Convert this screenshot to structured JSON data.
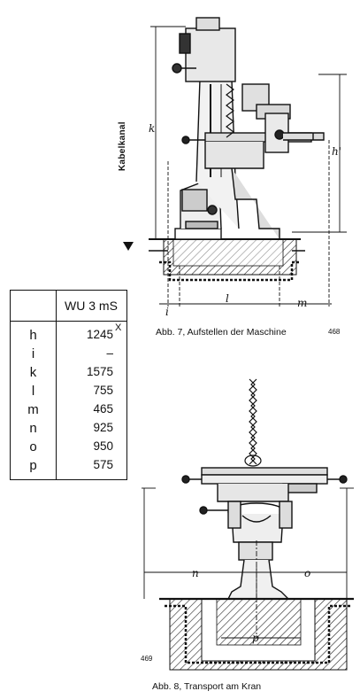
{
  "side_label": "Kabelkanal",
  "figure7": {
    "caption": "Abb. 7, Aufstellen der Maschine",
    "number": "468",
    "dims": {
      "k": "k",
      "h_prime": "h'",
      "i": "i",
      "l": "l",
      "m": "m"
    }
  },
  "figure8": {
    "caption": "Abb. 8, Transport am Kran",
    "number": "469",
    "dims": {
      "n": "n",
      "o": "o",
      "p": "p"
    }
  },
  "table": {
    "header": "WU 3 mS",
    "mark": "X",
    "rows": [
      {
        "key": "h",
        "value": "1245"
      },
      {
        "key": "i",
        "value": "–"
      },
      {
        "key": "k",
        "value": "1575"
      },
      {
        "key": "l",
        "value": "755"
      },
      {
        "key": "m",
        "value": "465"
      },
      {
        "key": "n",
        "value": "925"
      },
      {
        "key": "o",
        "value": "950"
      },
      {
        "key": "p",
        "value": "575"
      }
    ]
  }
}
